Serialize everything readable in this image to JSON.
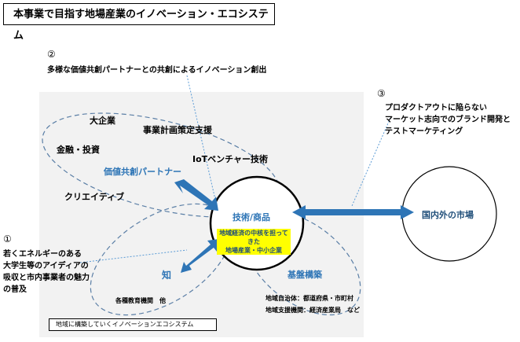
{
  "title": "本事業で目指す地場産業のイノベーション・エコシステム",
  "note2": {
    "number": "②",
    "text": "多様な価値共創パートナーとの共創によるイノベーション創出"
  },
  "note3": {
    "number": "③",
    "lines": [
      "プロダクトアウトに陥らない",
      "マーケット志向でのブランド開発と",
      "テストマーケティング"
    ]
  },
  "note1": {
    "number": "①",
    "lines": [
      "若くエネルギーのある",
      "大学生等のアイディアの",
      "吸収と市内事業者の魅力",
      "の普及"
    ]
  },
  "labels": {
    "daikigyo": "大企業",
    "keikaku": "事業計画策定支援",
    "kinyu": "金融・投資",
    "iot": "IoTベンチャー技術",
    "kachi": "価値共創パートナー",
    "creative": "クリエイティブ",
    "gijutsu": "技術/商品",
    "core_line1": "地域経済の中核を担ってきた",
    "core_line2": "地場産業・中小企業",
    "chi": "知",
    "kiban": "基盤構築",
    "kyoiku": "各種教育機関　他",
    "jichitai": "地域自治体：都道府県・市町村",
    "shien": "地域支援機関：経済産業局　など",
    "market": "国内外の市場",
    "caption": "地域に構築していくイノベーションエコシステム"
  },
  "colors": {
    "arrow": "#2e75b6",
    "label_blue": "#2e75b6",
    "highlight": "#ffff00",
    "panel": "#f2f2f2",
    "ellipse_stroke": "#5b7fa6"
  }
}
